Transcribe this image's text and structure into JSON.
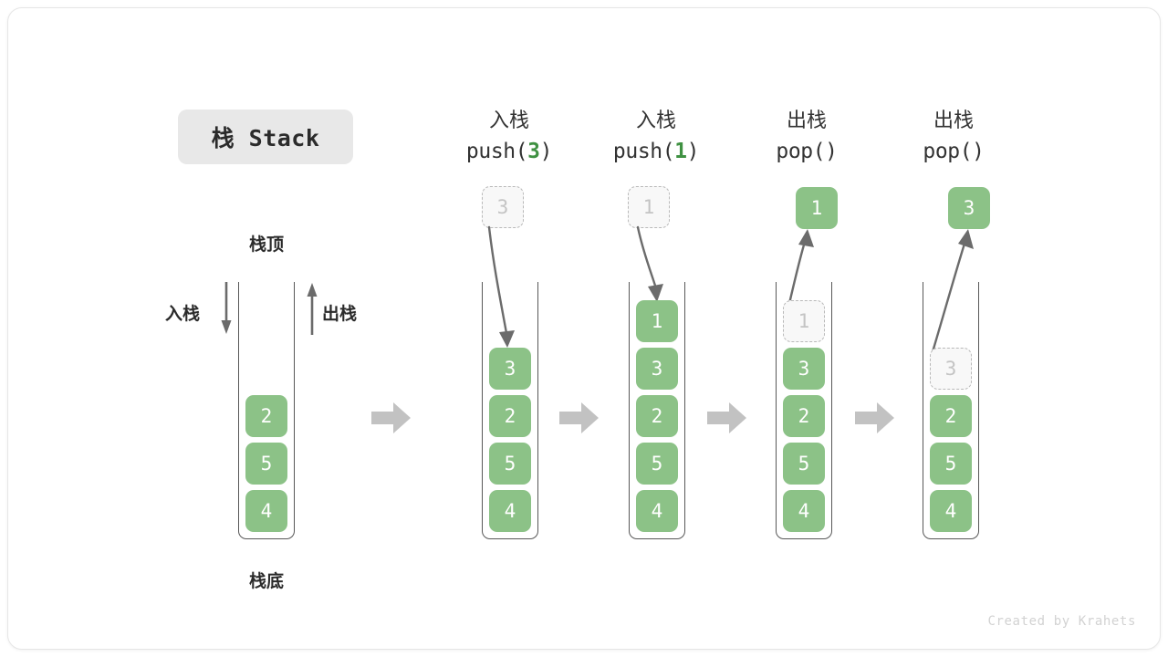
{
  "card": {
    "title": "栈 Stack",
    "watermark": "Created by Krahets"
  },
  "legend": {
    "top_label": "栈顶",
    "bottom_label": "栈底",
    "push_label": "入栈",
    "pop_label": "出栈"
  },
  "colors": {
    "element_fill": "#8cc287",
    "element_text": "#ffffff",
    "ghost_fill": "#f8f8f8",
    "ghost_border": "#b9b9b9",
    "ghost_text": "#c4c4c4",
    "accent_green": "#3f9142",
    "arrow_gray": "#6b6b6b",
    "block_arrow_gray": "#c2c2c2",
    "container_stroke": "#585858",
    "title_pill_bg": "#e8e8e8"
  },
  "columns": [
    {
      "id": "initial",
      "cn": "",
      "code": "",
      "code_arg": "",
      "stack": [
        "2",
        "5",
        "4"
      ],
      "ghost": null,
      "ghost_position": null,
      "floating": null
    },
    {
      "id": "push-3",
      "cn": "入栈",
      "code_prefix": "push(",
      "code_arg": "3",
      "code_suffix": ")",
      "stack": [
        "3",
        "2",
        "5",
        "4"
      ],
      "ghost": "3",
      "ghost_position": "above",
      "floating": null
    },
    {
      "id": "push-1",
      "cn": "入栈",
      "code_prefix": "push(",
      "code_arg": "1",
      "code_suffix": ")",
      "stack": [
        "1",
        "3",
        "2",
        "5",
        "4"
      ],
      "ghost": "1",
      "ghost_position": "above",
      "floating": null
    },
    {
      "id": "pop-1",
      "cn": "出栈",
      "code_prefix": "pop(",
      "code_arg": "",
      "code_suffix": ")",
      "stack": [
        "3",
        "2",
        "5",
        "4"
      ],
      "ghost": "1",
      "ghost_position": "in-stack-top",
      "floating": "1"
    },
    {
      "id": "pop-3",
      "cn": "出栈",
      "code_prefix": "pop(",
      "code_arg": "",
      "code_suffix": ")",
      "stack": [
        "2",
        "5",
        "4"
      ],
      "ghost": "3",
      "ghost_position": "in-stack-top",
      "floating": "3"
    }
  ]
}
